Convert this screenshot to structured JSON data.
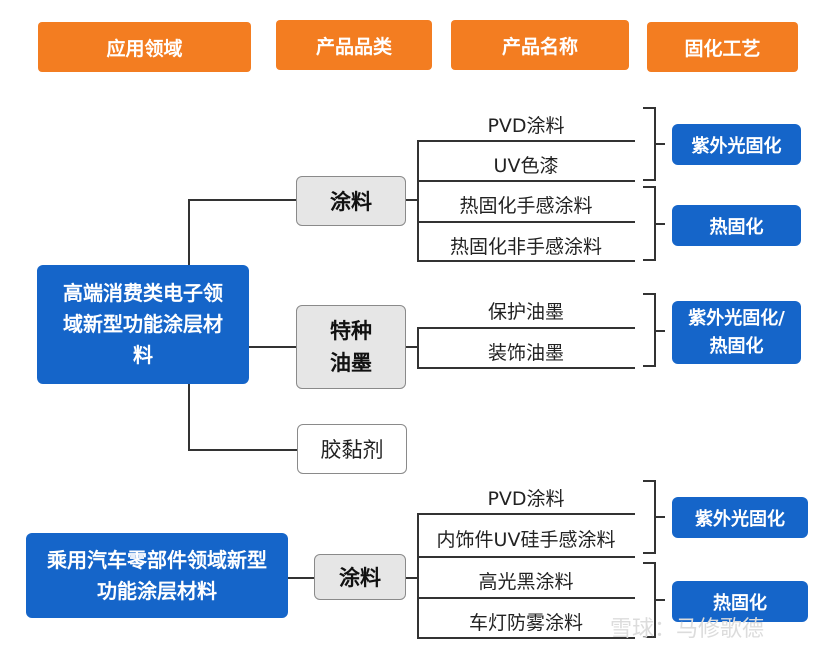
{
  "headers": [
    "应用领域",
    "产品品类",
    "产品名称",
    "固化工艺"
  ],
  "domains": {
    "electronics": "高端消费类电子领域新型功能涂层材料",
    "automotive": "乘用汽车零部件领域新型功能涂层材料"
  },
  "categories": {
    "coating_1": "涂料",
    "ink": "特种油墨",
    "adhesive": "胶黏剂",
    "coating_2": "涂料"
  },
  "products": {
    "electronics_coating": [
      "PVD涂料",
      "UV色漆",
      "热固化手感涂料",
      "热固化非手感涂料"
    ],
    "electronics_ink": [
      "保护油墨",
      "装饰油墨"
    ],
    "automotive_coating": [
      "PVD涂料",
      "内饰件UV硅手感涂料",
      "高光黑涂料",
      "车灯防雾涂料"
    ]
  },
  "curing": {
    "uv_1": "紫外光固化",
    "thermal_1": "热固化",
    "uv_thermal": "紫外光固化/热固化",
    "uv_2": "紫外光固化",
    "thermal_2": "热固化"
  },
  "watermark": "雪球：马修歌德",
  "colors": {
    "header": "#f37d21",
    "domain": "#1565c9",
    "category_fill": "#e6e6e6"
  }
}
